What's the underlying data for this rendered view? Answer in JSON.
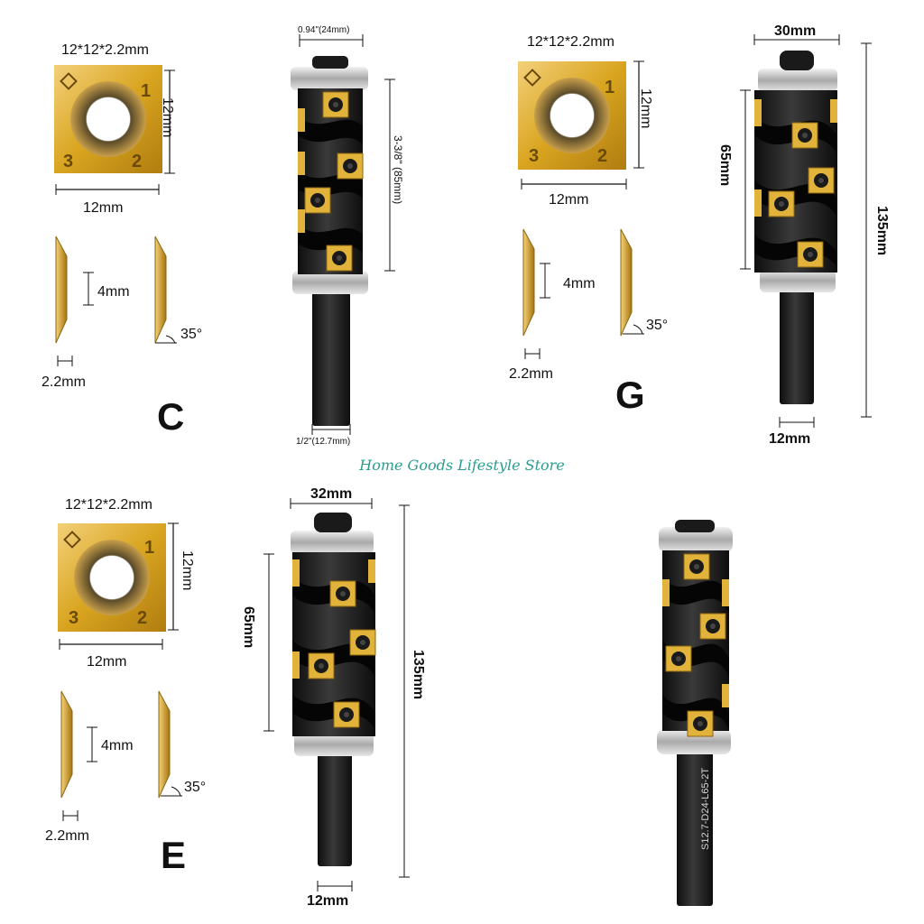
{
  "watermark": "Home Goods Lifestyle Store",
  "panels": {
    "c": {
      "letter": "C",
      "insert_size": "12*12*2.2mm",
      "insert_height": "12mm",
      "insert_width": "12mm",
      "edge_height": "4mm",
      "thickness": "2.2mm",
      "angle": "35°",
      "cutter_diameter": "0.94\"(24mm)",
      "cutting_length": "3-3/8\" (85mm)",
      "shank": "1/2\"(12.7mm)",
      "insert_numbers": [
        "1",
        "2",
        "3"
      ]
    },
    "g": {
      "letter": "G",
      "insert_size": "12*12*2.2mm",
      "insert_height": "12mm",
      "insert_width": "12mm",
      "edge_height": "4mm",
      "thickness": "2.2mm",
      "angle": "35°",
      "cutter_diameter": "30mm",
      "cutting_length": "65mm",
      "total_length": "135mm",
      "shank": "12mm",
      "insert_numbers": [
        "1",
        "2",
        "3"
      ]
    },
    "e": {
      "letter": "E",
      "insert_size": "12*12*2.2mm",
      "insert_height": "12mm",
      "insert_width": "12mm",
      "edge_height": "4mm",
      "thickness": "2.2mm",
      "angle": "35°",
      "cutter_diameter": "32mm",
      "cutting_length": "65mm",
      "total_length": "135mm",
      "shank": "12mm",
      "insert_numbers": [
        "1",
        "2",
        "3"
      ]
    },
    "photo": {
      "shank_engraving": "S12.7-D24-L65-2T"
    }
  },
  "colors": {
    "gold": "#d9a520",
    "steel_dark": "#1e1e1e",
    "bearing": "#c8c8c8",
    "watermark": "#2b9c8f"
  }
}
